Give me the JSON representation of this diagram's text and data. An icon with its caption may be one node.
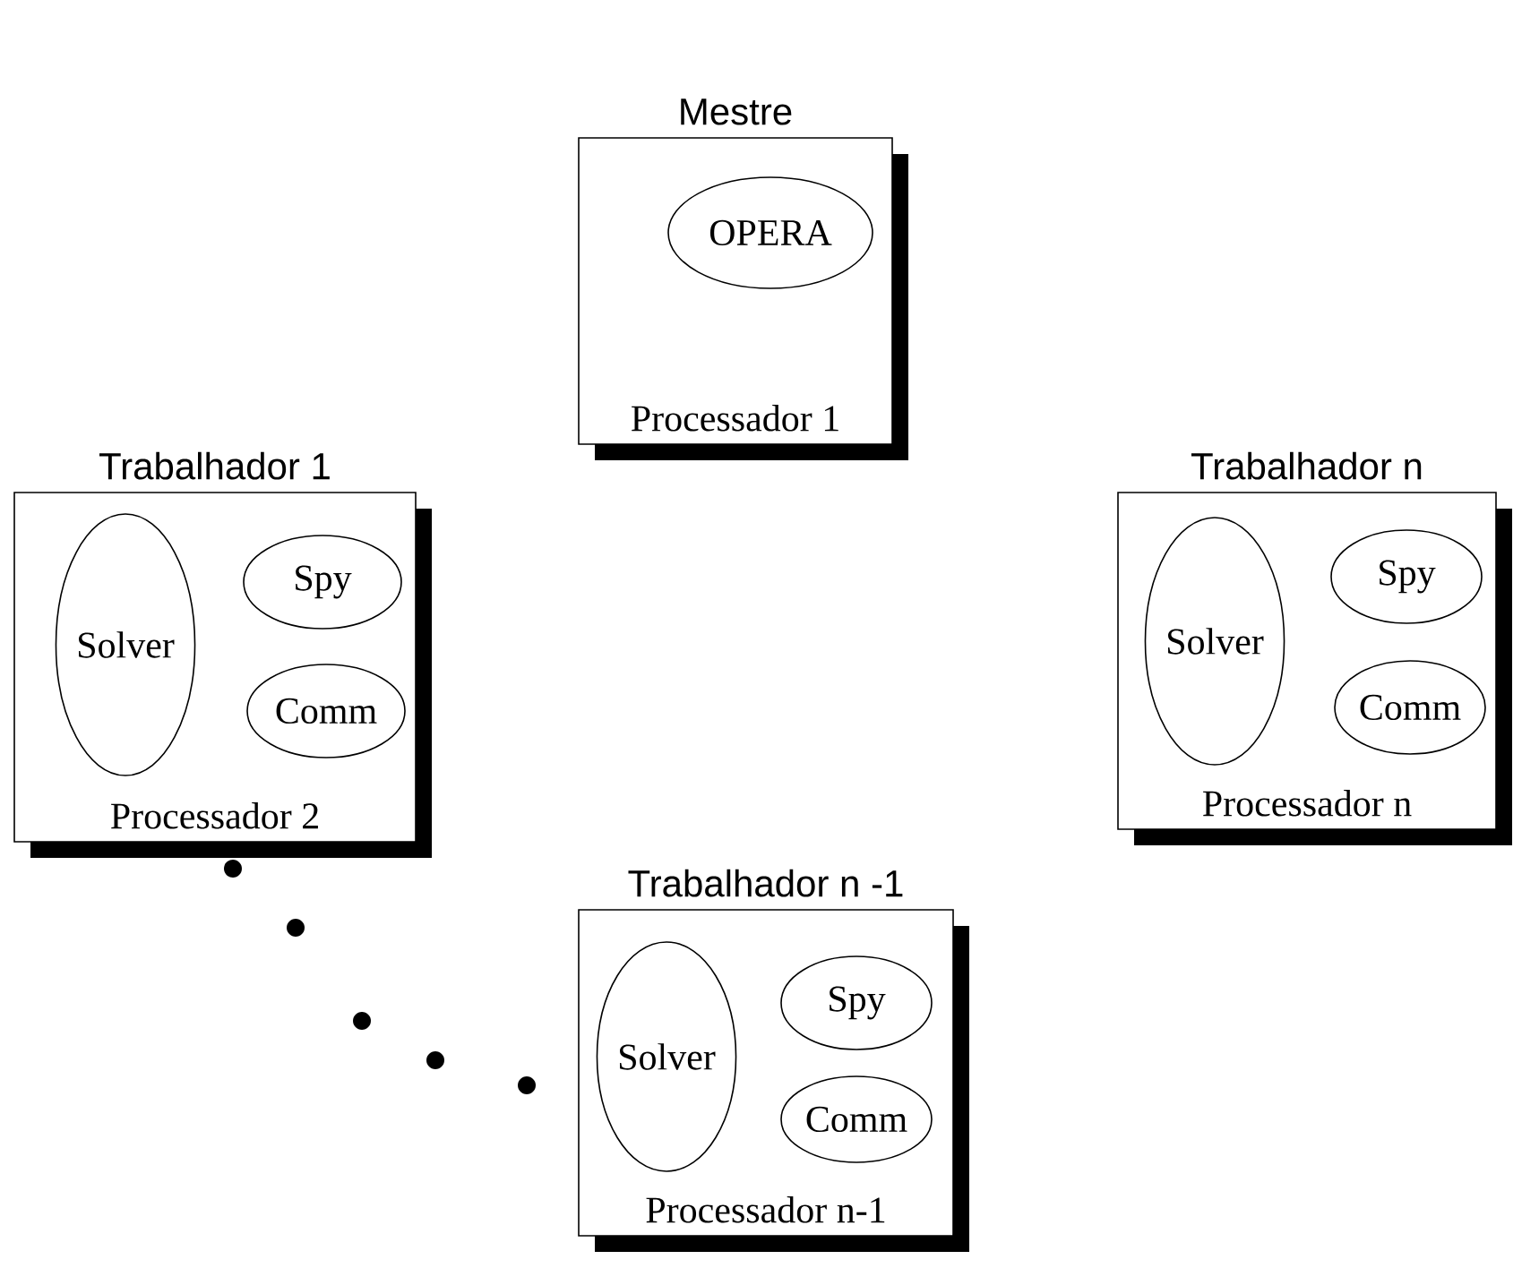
{
  "diagram": {
    "nodes": [
      {
        "text": [
          "Mestre",
          "Processador 1"
        ]
      },
      {
        "text": [
          "OPERA"
        ],
        "in": 0
      },
      {
        "text": [
          "Trabalhador 1",
          "Processador 2"
        ]
      },
      {
        "text": [
          "Solver"
        ],
        "in": 2
      },
      {
        "text": [
          "Spy"
        ],
        "in": 2
      },
      {
        "text": [
          "Comm"
        ],
        "in": 2
      },
      {
        "text": [
          "Trabalhador n",
          "Processador n"
        ]
      },
      {
        "text": [
          "Solver"
        ],
        "in": 6
      },
      {
        "text": [
          "Spy"
        ],
        "in": 6
      },
      {
        "text": [
          "Comm"
        ],
        "in": 6
      },
      {
        "text": [
          "Trabalhador n -1",
          "Processador n-1"
        ]
      },
      {
        "text": [
          "Solver"
        ],
        "in": 10
      },
      {
        "text": [
          "Spy"
        ],
        "in": 10
      },
      {
        "text": [
          "Comm"
        ],
        "in": 10
      }
    ]
  }
}
